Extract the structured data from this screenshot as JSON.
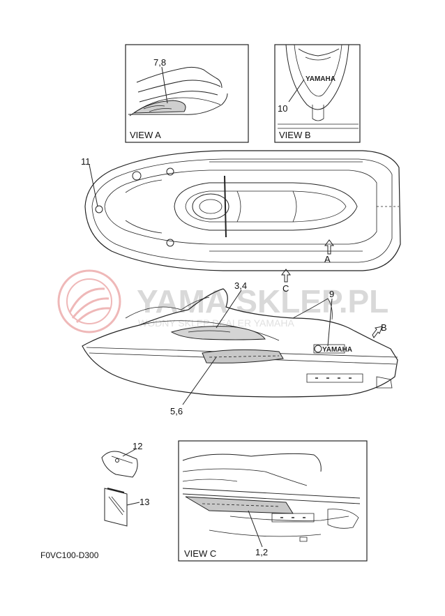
{
  "views": {
    "a": "VIEW A",
    "b": "VIEW B",
    "c": "VIEW C"
  },
  "callouts": {
    "c78": "7,8",
    "c10": "10",
    "c11": "11",
    "c34": "3,4",
    "c9": "9",
    "c56": "5,6",
    "c12": "12",
    "c13": "13",
    "c12b": "1,2"
  },
  "arrows": {
    "a": "A",
    "b": "B",
    "c": "C"
  },
  "logo_text": "YAMAHA",
  "watermark": {
    "title": "YAMA SKLEP.PL",
    "subtitle": "WODNY SKLEP DEALER YAMAHA"
  },
  "figure_code": "F0VC100-D300",
  "colors": {
    "line": "#222222",
    "watermark_red": "#e8a0a0",
    "watermark_gray": "#d9d9d9"
  }
}
